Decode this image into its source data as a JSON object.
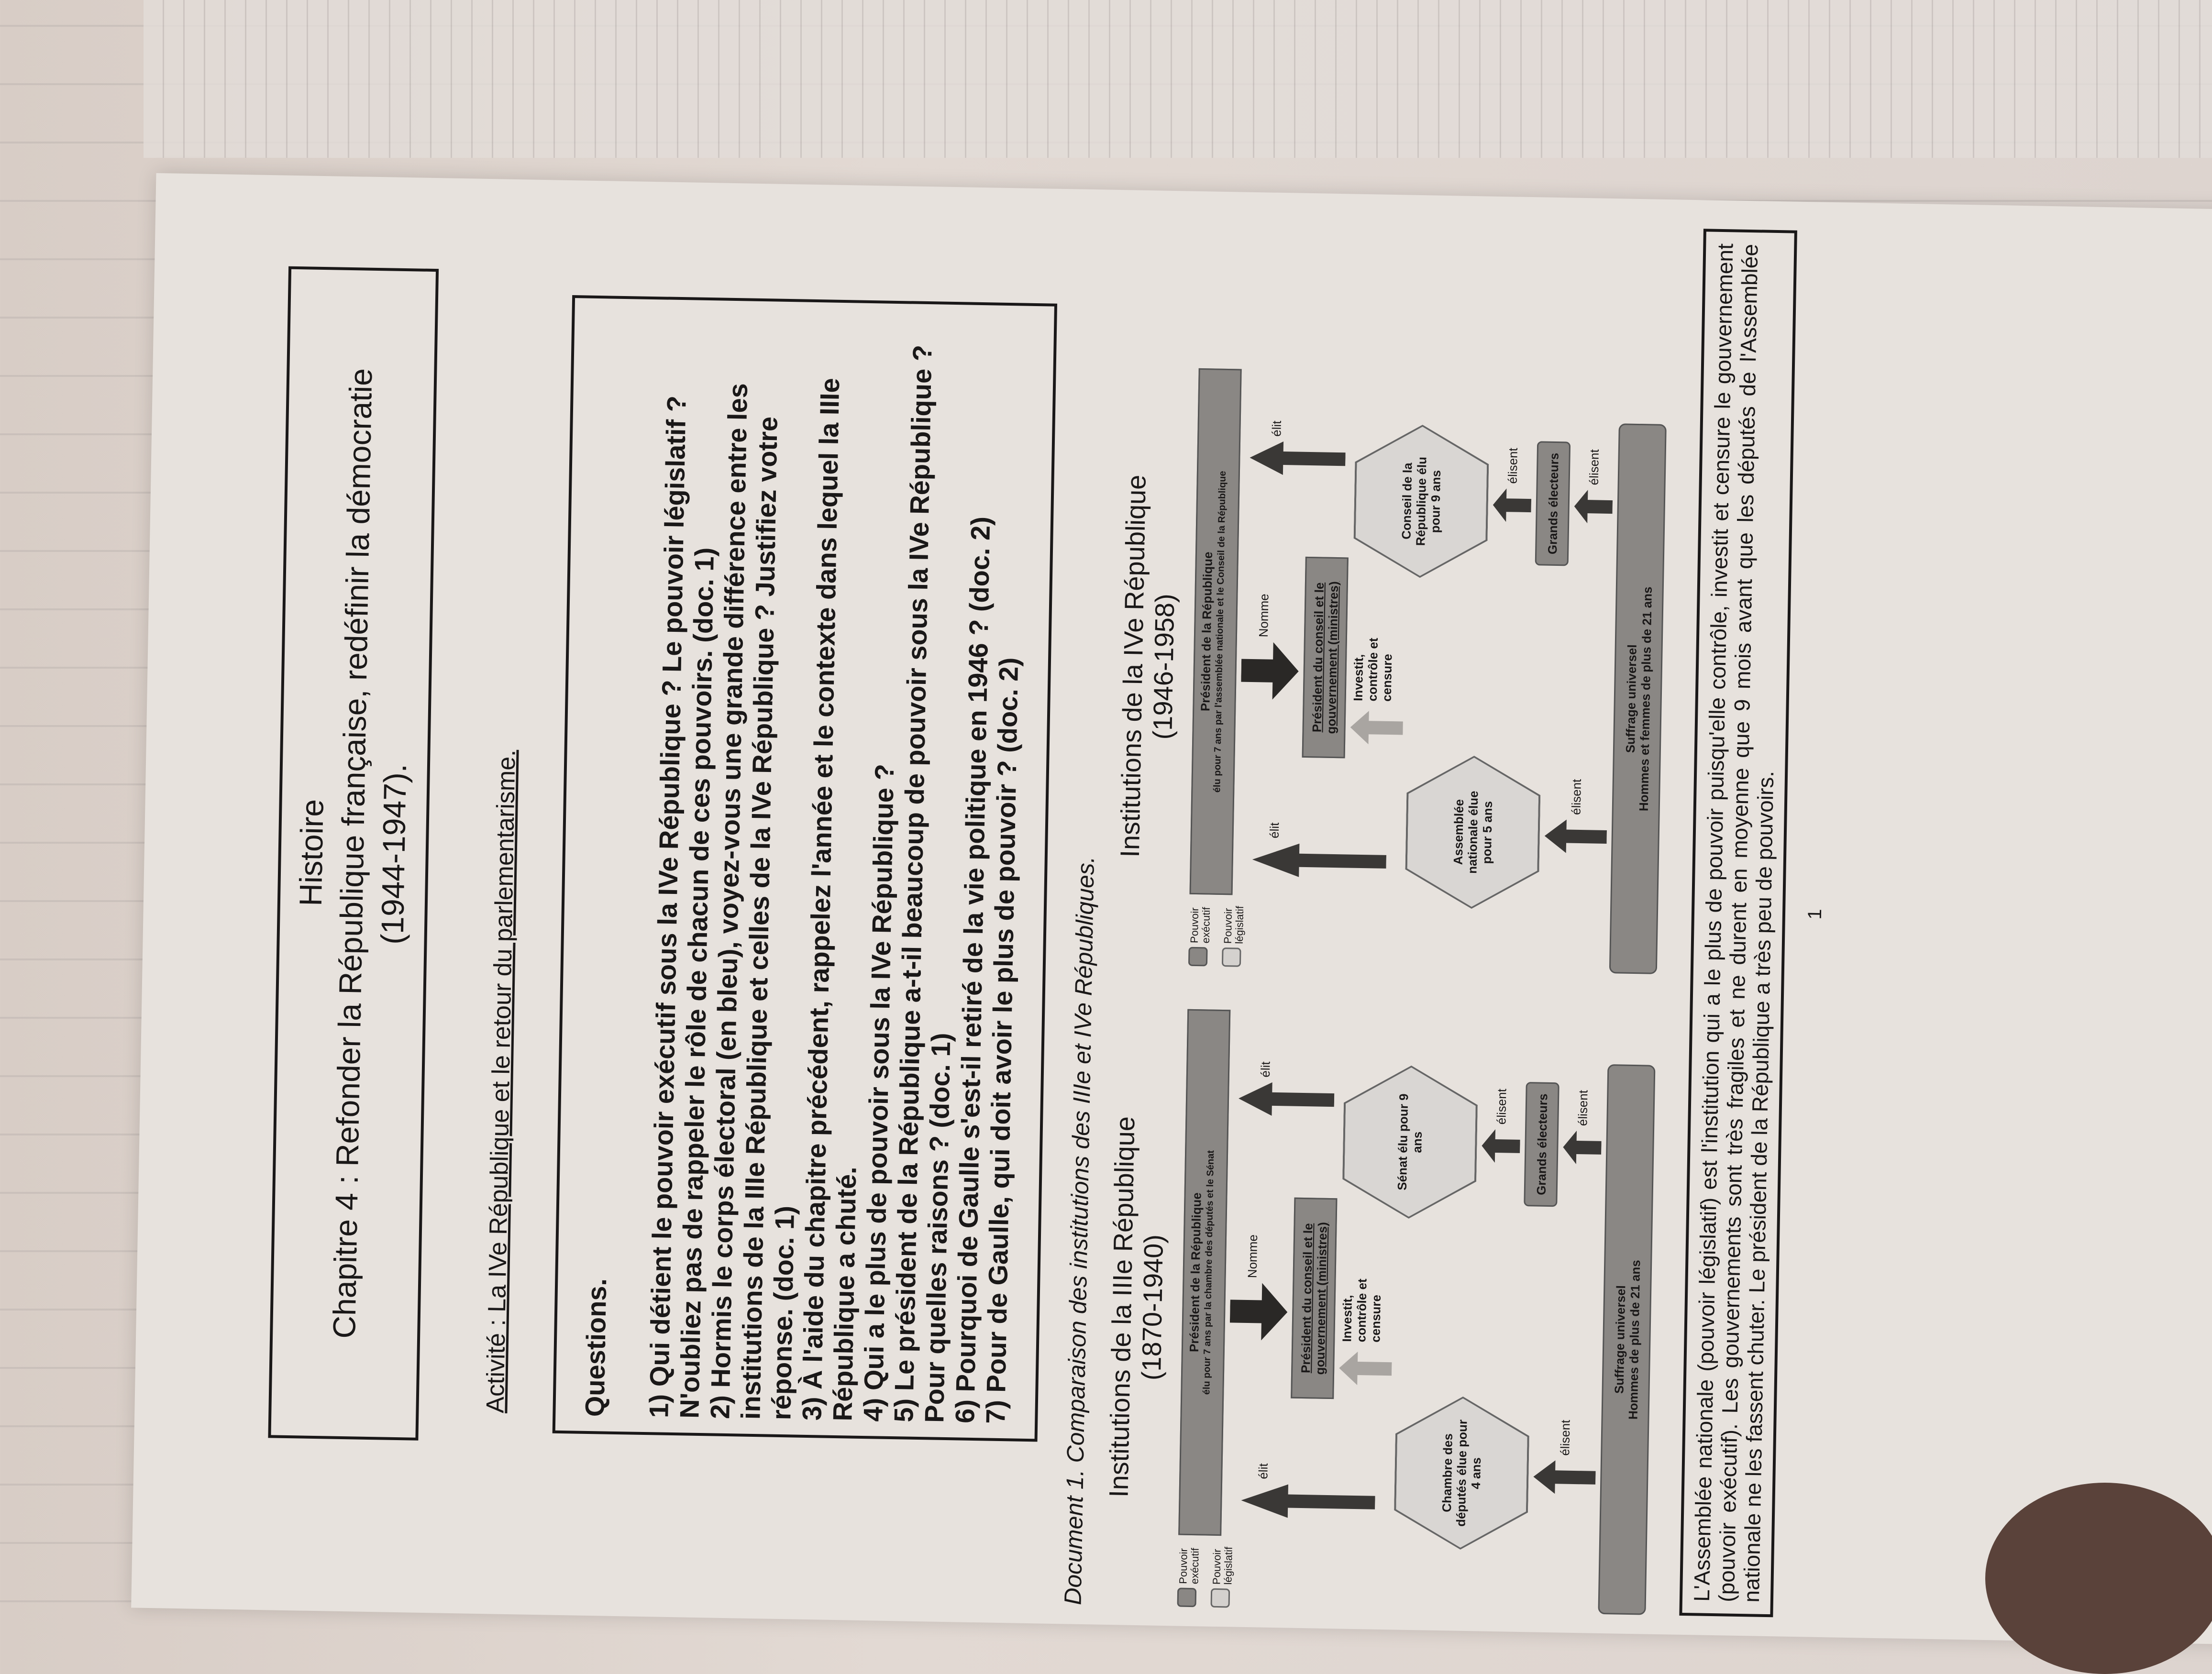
{
  "header": {
    "subject": "Histoire",
    "chapter": "Chapitre 4 : Refonder la République française, redéfinir la démocratie",
    "dates": "(1944-1947)."
  },
  "activity": "Activité : La IVe République et le retour du parlementarisme.",
  "questions": {
    "heading": "Questions.",
    "items": [
      "1) Qui détient le pouvoir exécutif sous la IVe République ? Le pouvoir législatif ? N'oubliez pas de rappeler le rôle de chacun de ces pouvoirs. (doc. 1)",
      "2) Hormis le corps électoral (en bleu), voyez-vous une grande différence entre les institutions de la IIIe République et celles de la IVe République ? Justifiez votre réponse. (doc. 1)",
      "3) À l'aide du chapitre précédent, rappelez l'année et le contexte dans lequel la IIIe République a chuté.",
      "4) Qui a le plus de pouvoir sous la IVe République ?",
      "5) Le président de la République a-t-il beaucoup de pouvoir sous la IVe République ? Pour quelles raisons ? (doc. 1)",
      "6) Pourquoi de Gaulle s'est-il retiré de la vie politique en 1946 ? (doc. 2)",
      "7) Pour de Gaulle, qui doit avoir le plus de pouvoir ? (doc. 2)"
    ]
  },
  "document_caption": "Document 1. Comparaison des institutions des IIIe et IVe Républiques.",
  "diagrams": [
    {
      "title": "Institutions de la IIIe République",
      "period": "(1870-1940)",
      "legend": [
        "Pouvoir exécutif",
        "Pouvoir législatif"
      ],
      "president": "Président de la République",
      "president_sub": "élu pour 7 ans par la chambre des députés et le Sénat",
      "government": "Président du conseil et le gouvernement (ministres)",
      "nomme": "Nomme",
      "investit": "Investit, contrôle et censure",
      "elit_left": "élit",
      "elit_right": "élit",
      "lower_house": "Chambre des députés élue pour 4 ans",
      "upper_house": "Sénat élu pour 9 ans",
      "grands_electeurs": "Grands électeurs",
      "elisent_upper": "élisent",
      "elisent_ge": "élisent",
      "elisent_lower": "élisent",
      "suffrage": "Suffrage universel",
      "suffrage_sub": "Hommes de plus de 21 ans"
    },
    {
      "title": "Institutions de la IVe République",
      "period": "(1946-1958)",
      "legend": [
        "Pouvoir exécutif",
        "Pouvoir législatif"
      ],
      "president": "Président de la République",
      "president_sub": "élu pour 7 ans par l'assemblée nationale et le Conseil de la République",
      "government": "Président du conseil et le gouvernement (ministres)",
      "nomme": "Nomme",
      "investit": "Investit, contrôle et censure",
      "elit_left": "élit",
      "elit_right": "élit",
      "lower_house": "Assemblée nationale élue pour 5 ans",
      "upper_house": "Conseil de la République élu pour 9 ans",
      "grands_electeurs": "Grands électeurs",
      "elisent_upper": "élisent",
      "elisent_ge": "élisent",
      "elisent_lower": "élisent",
      "suffrage": "Suffrage universel",
      "suffrage_sub": "Hommes et femmes de plus de 21 ans"
    }
  ],
  "paragraph": "L'Assemblée nationale (pouvoir législatif) est l'institution qui a le plus de pouvoir puisqu'elle contrôle, investit et censure le gouvernement (pouvoir exécutif). Les gouvernements sont très fragiles et ne durent en moyenne que 9 mois avant que les députés de l'Assemblée nationale ne les fassent chuter. Le président de la République a très peu de pouvoirs.",
  "page_number": "1",
  "colors": {
    "executive": "#8a8784",
    "legislative": "#d4d1ce",
    "paper": "#e7e2dd"
  }
}
